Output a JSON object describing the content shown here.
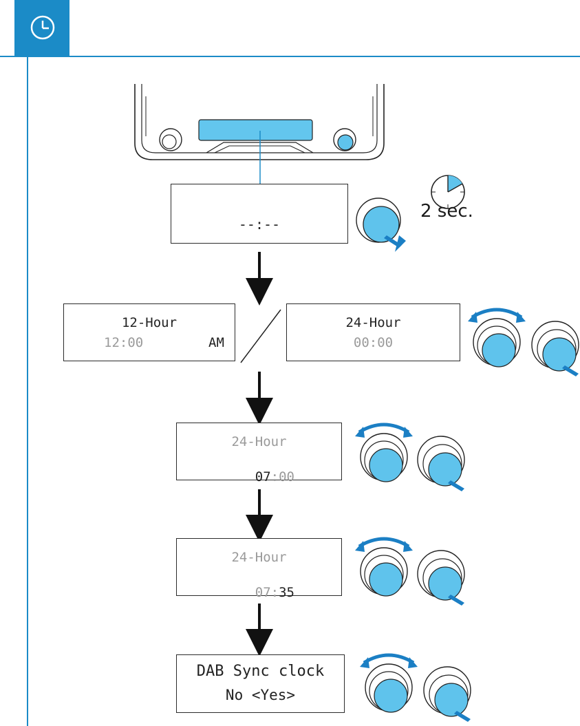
{
  "header": {
    "icon": "clock-icon",
    "accent_color": "#1b8bc7"
  },
  "step1": {
    "display_line1": "--:--",
    "hold_label": "2 sec."
  },
  "step2": {
    "left_display": {
      "line1": "12-Hour",
      "line2_time": "12:00",
      "line2_suffix": "AM"
    },
    "right_display": {
      "line1": "24-Hour",
      "line2_time": "00:00"
    }
  },
  "step3": {
    "line1": "24-Hour",
    "hour": "07",
    "sep": ":",
    "minute": "00"
  },
  "step4": {
    "line1": "24-Hour",
    "hour": "07",
    "sep": ":",
    "minute": "35"
  },
  "step5": {
    "line1": "DAB Sync clock",
    "line2": "No <Yes>"
  },
  "colors": {
    "knob_blue": "#5fc3ec",
    "arrow_blue": "#1b7fc4",
    "lcd_screen": "#63c6ee"
  }
}
